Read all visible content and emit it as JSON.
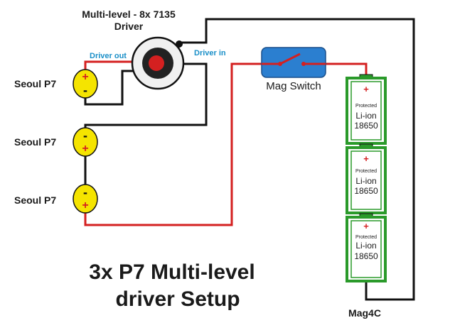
{
  "driver": {
    "title_line1": "Multi-level - 8x 7135",
    "title_line2": "Driver",
    "out_label": "Driver out",
    "in_label": "Driver in"
  },
  "leds": [
    {
      "label": "Seoul P7",
      "top_sign": "+",
      "bottom_sign": "-"
    },
    {
      "label": "Seoul P7",
      "top_sign": "-",
      "bottom_sign": "+"
    },
    {
      "label": "Seoul P7",
      "top_sign": "-",
      "bottom_sign": "+"
    }
  ],
  "switch": {
    "label": "Mag Switch"
  },
  "batteries": [
    {
      "plus": "+",
      "small": "Protected",
      "line1": "Li-ion",
      "line2": "18650"
    },
    {
      "plus": "+",
      "small": "Protected",
      "line1": "Li-ion",
      "line2": "18650"
    },
    {
      "plus": "+",
      "small": "Protected",
      "line1": "Li-ion",
      "line2": "18650"
    }
  ],
  "host": {
    "label": "Mag4C"
  },
  "caption": {
    "line1": "3x P7 Multi-level",
    "line2": "driver Setup"
  },
  "colors": {
    "wire_red": "#d42020",
    "wire_black": "#111111",
    "led_yellow": "#f5e400",
    "battery_green": "#2a9a2a",
    "switch_blue": "#2b7fd0",
    "label_blue": "#1a8fc8"
  }
}
